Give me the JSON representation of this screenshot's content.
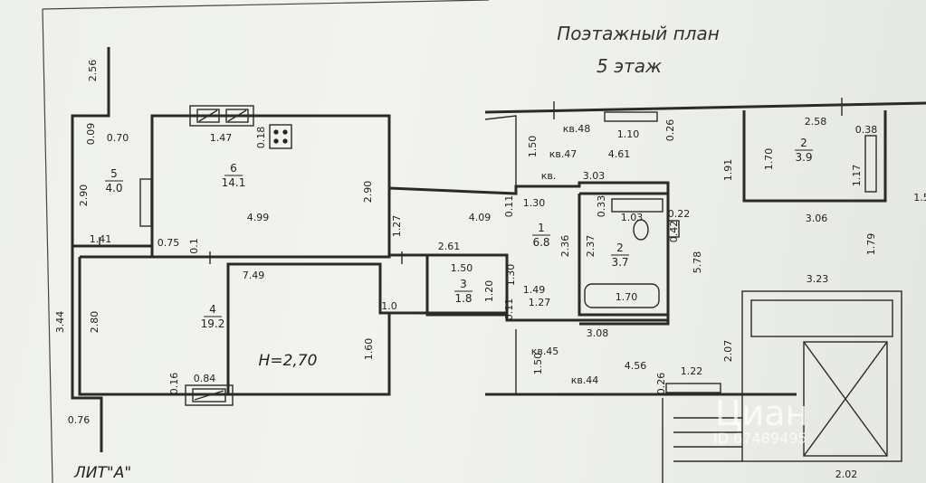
{
  "title_line1": "Поэтажный план",
  "title_line2": "5 этаж",
  "height_note": "H=2,70",
  "lit_label": "ЛИТ\"А\"",
  "watermark": {
    "brand": "Циан",
    "id_text": "ID 67489495"
  },
  "rooms": [
    {
      "number": "6",
      "area": "14.1"
    },
    {
      "number": "5",
      "area": "4.0"
    },
    {
      "number": "4",
      "area": "19.2"
    },
    {
      "number": "1",
      "area": "6.8"
    },
    {
      "number": "3",
      "area": "1.8"
    },
    {
      "number": "2",
      "area": "3.7"
    },
    {
      "number": "2",
      "area": "3.9"
    }
  ],
  "apartments": [
    "кв.48",
    "кв.47",
    "кв.",
    "кв.45",
    "кв.44"
  ],
  "dimensions": [
    "2.56",
    "0.09",
    "0.70",
    "1.47",
    "0.18",
    "2.90",
    "2.90",
    "4.99",
    "1.41",
    "0.75",
    "0.1",
    "3.44",
    "2.80",
    "7.49",
    "1.27",
    "1.0",
    "1.60",
    "0.16",
    "0.84",
    "0.76",
    "4.09",
    "0.11",
    "1.30",
    "2.61",
    "1.50",
    "1.30",
    "1.20",
    "1.49",
    "0.11",
    "1.27",
    "2.36",
    "2.37",
    "0.33",
    "1.03",
    "0.22",
    "0.42",
    "1.70",
    "1.50",
    "1.10",
    "4.61",
    "0.26",
    "3.03",
    "1.91",
    "1.70",
    "2.58",
    "0.38",
    "1.17",
    "3.06",
    "1.79",
    "5.78",
    "3.23",
    "1.5",
    "3.08",
    "1.50",
    "4.56",
    "0.26",
    "1.22",
    "2.07",
    "2.02"
  ]
}
